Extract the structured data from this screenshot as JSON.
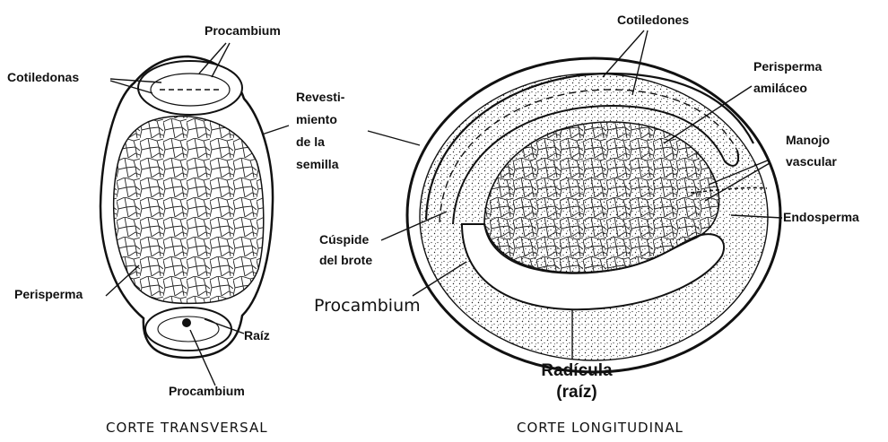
{
  "transversal": {
    "caption": "CORTE TRANSVERSAL",
    "labels": {
      "procambium_top": "Procambium",
      "cotiledonas": "Cotiledonas",
      "revestimiento_1": "Revesti-",
      "revestimiento_2": "miento",
      "revestimiento_3": "de la",
      "revestimiento_4": "semilla",
      "perisperma": "Perisperma",
      "raiz": "Raíz",
      "procambium_bottom": "Procambium"
    }
  },
  "longitudinal": {
    "caption": "CORTE LONGITUDINAL",
    "labels": {
      "cotiledones": "Cotiledones",
      "perisperma_1": "Perisperma",
      "perisperma_2": "amiláceo",
      "manojo_1": "Manojo",
      "manojo_2": "vascular",
      "endosperma": "Endosperma",
      "cuspide_1": "Cúspide",
      "cuspide_2": "del brote",
      "procambium": "Procambium",
      "radicula_1": "Radícula",
      "radicula_2": "(raíz)"
    }
  },
  "colors": {
    "ink": "#111111",
    "paper": "#ffffff"
  }
}
